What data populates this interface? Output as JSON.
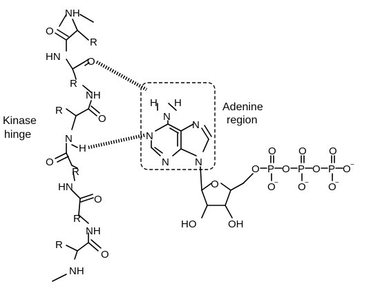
{
  "labels": {
    "kinase_hinge": [
      "Kinase",
      "hinge"
    ],
    "adenine_region": [
      "Adenine",
      "region"
    ]
  },
  "backbone": {
    "nh_top": "NH",
    "r1": "R",
    "o1": "O",
    "hn1": "HN",
    "o2": "O",
    "r2": "R",
    "nh2": "NH",
    "r3": "R",
    "o3": "O",
    "n_hbond": "N",
    "h_hbond": "H",
    "o4": "O",
    "r4": "R",
    "hn3": "HN",
    "o5": "O",
    "r5": "R",
    "nh4": "NH",
    "r6": "R",
    "o6": "O",
    "nh_bottom": "NH"
  },
  "adenine": {
    "h": "H",
    "n_amine": "N",
    "h2": "H",
    "n1": "N",
    "n3": "N",
    "n7": "N",
    "n9": "N"
  },
  "ribose": {
    "o_ring": "O",
    "oh_left": "HO",
    "oh_right": "OH",
    "o_link": "O"
  },
  "phosphates": {
    "p_alpha": "P",
    "p_beta": "P",
    "p_gamma": "P",
    "o_bridge1": "O",
    "o_bridge2": "O",
    "o_top1": "O",
    "o_top2": "O",
    "o_top3": "O",
    "o_bot1": "O",
    "o_bot2": "O",
    "o_bot3": "O",
    "o_end": "O",
    "minus": "−"
  }
}
